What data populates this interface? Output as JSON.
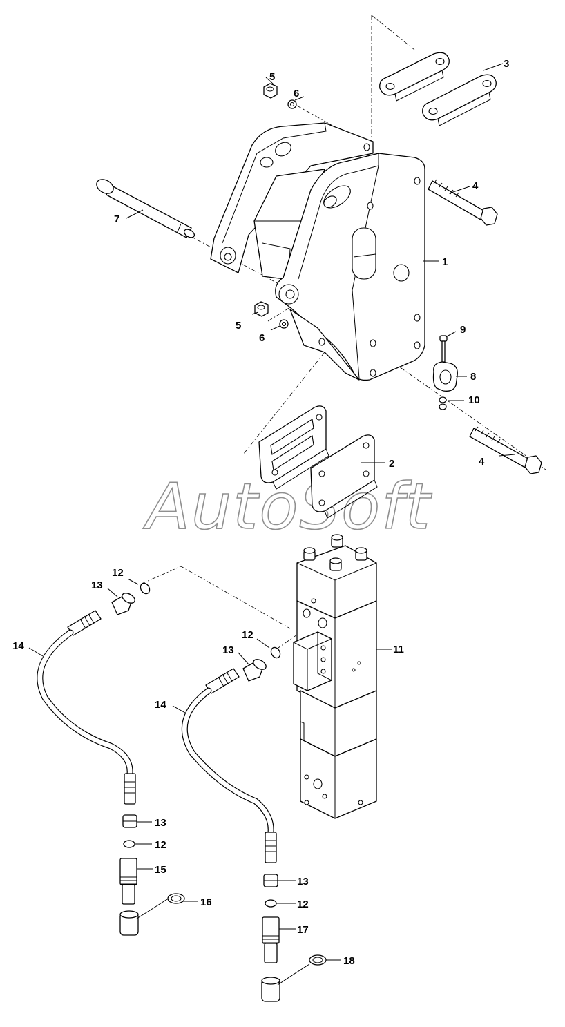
{
  "watermark": "AutoSoft",
  "callouts": {
    "c1": "1",
    "c2": "2",
    "c3": "3",
    "c4a": "4",
    "c4b": "4",
    "c5a": "5",
    "c5b": "5",
    "c6a": "6",
    "c6b": "6",
    "c7": "7",
    "c8": "8",
    "c9": "9",
    "c10": "10",
    "c11": "11",
    "c12a": "12",
    "c12b": "12",
    "c12c": "12",
    "c12d": "12",
    "c13a": "13",
    "c13b": "13",
    "c13c": "13",
    "c13d": "13",
    "c14a": "14",
    "c14b": "14",
    "c15": "15",
    "c16": "16",
    "c17": "17",
    "c18": "18"
  }
}
